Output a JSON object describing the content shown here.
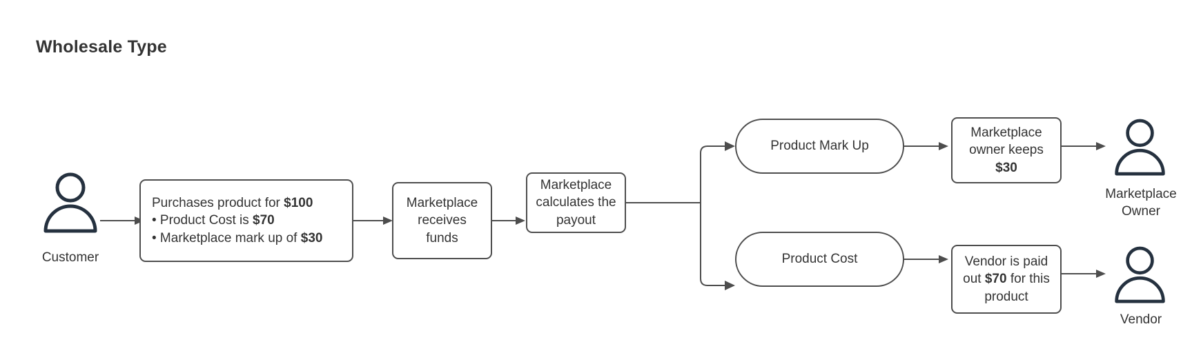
{
  "page": {
    "title": "Wholesale Type",
    "background_color": "#ffffff",
    "node_border_color": "#4d4d4d",
    "connector_color": "#4d4d4d",
    "person_icon_color": "#25313f",
    "text_color": "#333333"
  },
  "actors": {
    "customer": {
      "label": "Customer",
      "icon": "person-icon"
    },
    "marketplace_owner": {
      "label_line1": "Marketplace",
      "label_line2": "Owner",
      "icon": "person-icon"
    },
    "vendor": {
      "label": "Vendor",
      "icon": "person-icon"
    }
  },
  "nodes": {
    "purchase": {
      "line1_prefix": "Purchases product for ",
      "line1_amount": "$100",
      "line2_prefix": "• Product Cost is ",
      "line2_amount": "$70",
      "line3_prefix": "• Marketplace mark up of ",
      "line3_amount": "$30"
    },
    "receives_funds": {
      "line1": "Marketplace",
      "line2": "receives funds"
    },
    "calculates_payout": {
      "line1": "Marketplace",
      "line2": "calculates the",
      "line3": "payout"
    },
    "product_mark_up": {
      "label": "Product Mark Up"
    },
    "product_cost": {
      "label": "Product Cost"
    },
    "owner_keeps": {
      "line1": "Marketplace",
      "line2": "owner keeps",
      "amount": "$30"
    },
    "vendor_paid": {
      "prefix": "Vendor is paid out ",
      "amount": "$70",
      "suffix": " for this product"
    }
  }
}
